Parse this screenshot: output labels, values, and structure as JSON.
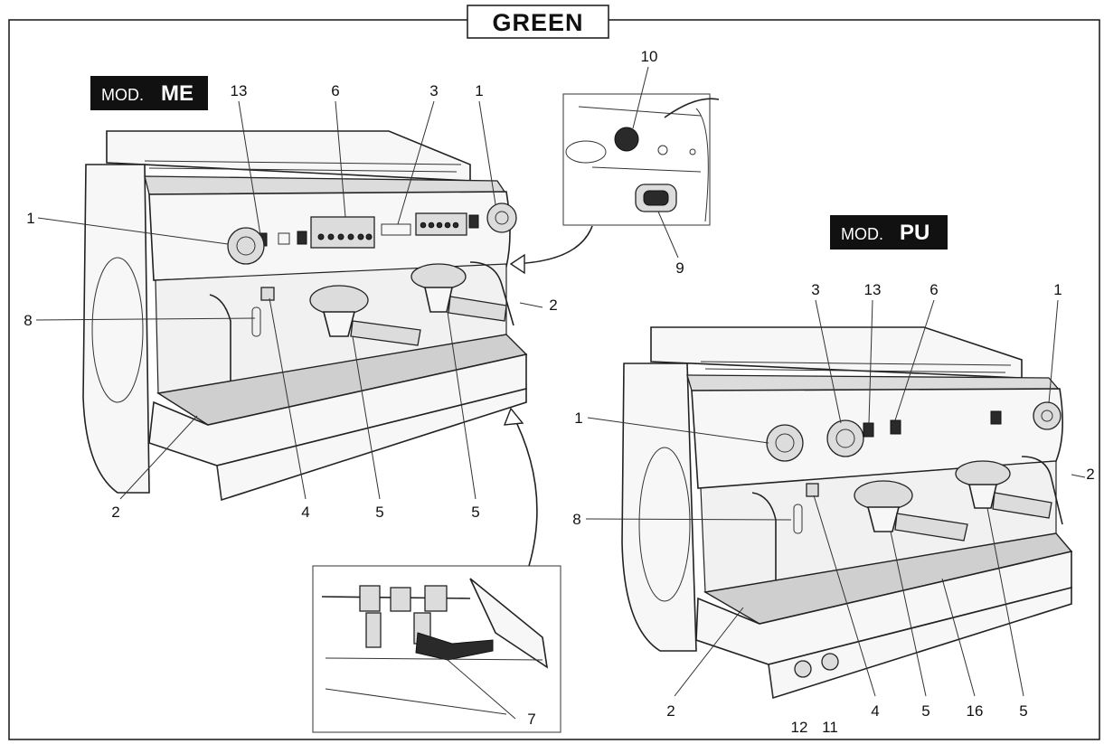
{
  "title": "GREEN",
  "models": [
    {
      "prefix": "MOD.",
      "name": "ME"
    },
    {
      "prefix": "MOD.",
      "name": "PU"
    }
  ],
  "callouts_me": [
    "13",
    "6",
    "3",
    "1",
    "1",
    "8",
    "2",
    "2",
    "4",
    "5",
    "5"
  ],
  "callouts_detail_top": [
    "10",
    "9"
  ],
  "callouts_detail_bottom": [
    "7"
  ],
  "callouts_pu": [
    "3",
    "13",
    "6",
    "1",
    "1",
    "2",
    "8",
    "2",
    "4",
    "5",
    "16",
    "5",
    "12",
    "11"
  ]
}
